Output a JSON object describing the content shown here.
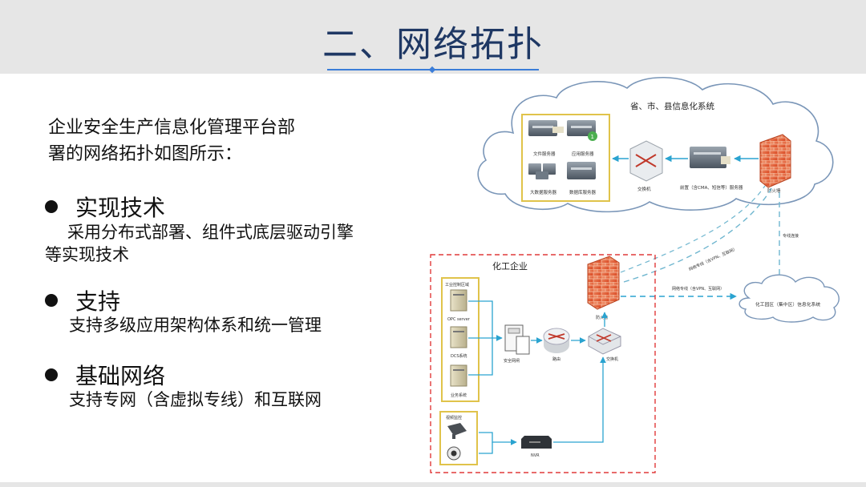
{
  "title": "二、网络拓扑",
  "intro": [
    "企业安全生产信息化管理平台部",
    "署的网络拓扑如图所示："
  ],
  "sections": [
    {
      "heading": "实现技术",
      "desc": [
        "采用分布式部署、组件式底层驱动引擎",
        "等实现技术"
      ]
    },
    {
      "heading": "支持",
      "desc": [
        "支持多级应用架构体系和统一管理"
      ]
    },
    {
      "heading": "基础网络",
      "desc": [
        "支持专网（含虚拟专线）和互联网"
      ]
    }
  ],
  "diagram": {
    "cloud_top_label": "省、市、县信息化系统",
    "servers": [
      "文件服务器",
      "应用服务器",
      "大数据服务器",
      "数据库服务器"
    ],
    "switch_top": "交换机",
    "front_server": "前置（含CMA、短信等）服务器",
    "firewall_top": "防火墙",
    "link_right": "专线连接",
    "link_diag": "网络专线（含VPN、互联网）",
    "link_mid": "网络专线（含VPN、互联网）",
    "cloud_right_label": "化工园区（集中区）信息化系统",
    "enterprise_label": "化工企业",
    "control_zone": "工业控制区域",
    "ctrl_items": [
      "OPC server",
      "DCS系统",
      "业务系统"
    ],
    "gateway": "安全网闸",
    "router": "路由",
    "firewall_bottom": "防火墙",
    "switch_bottom": "交换机",
    "video_zone": "视频监控",
    "nvr": "NVR",
    "badge": "1"
  }
}
